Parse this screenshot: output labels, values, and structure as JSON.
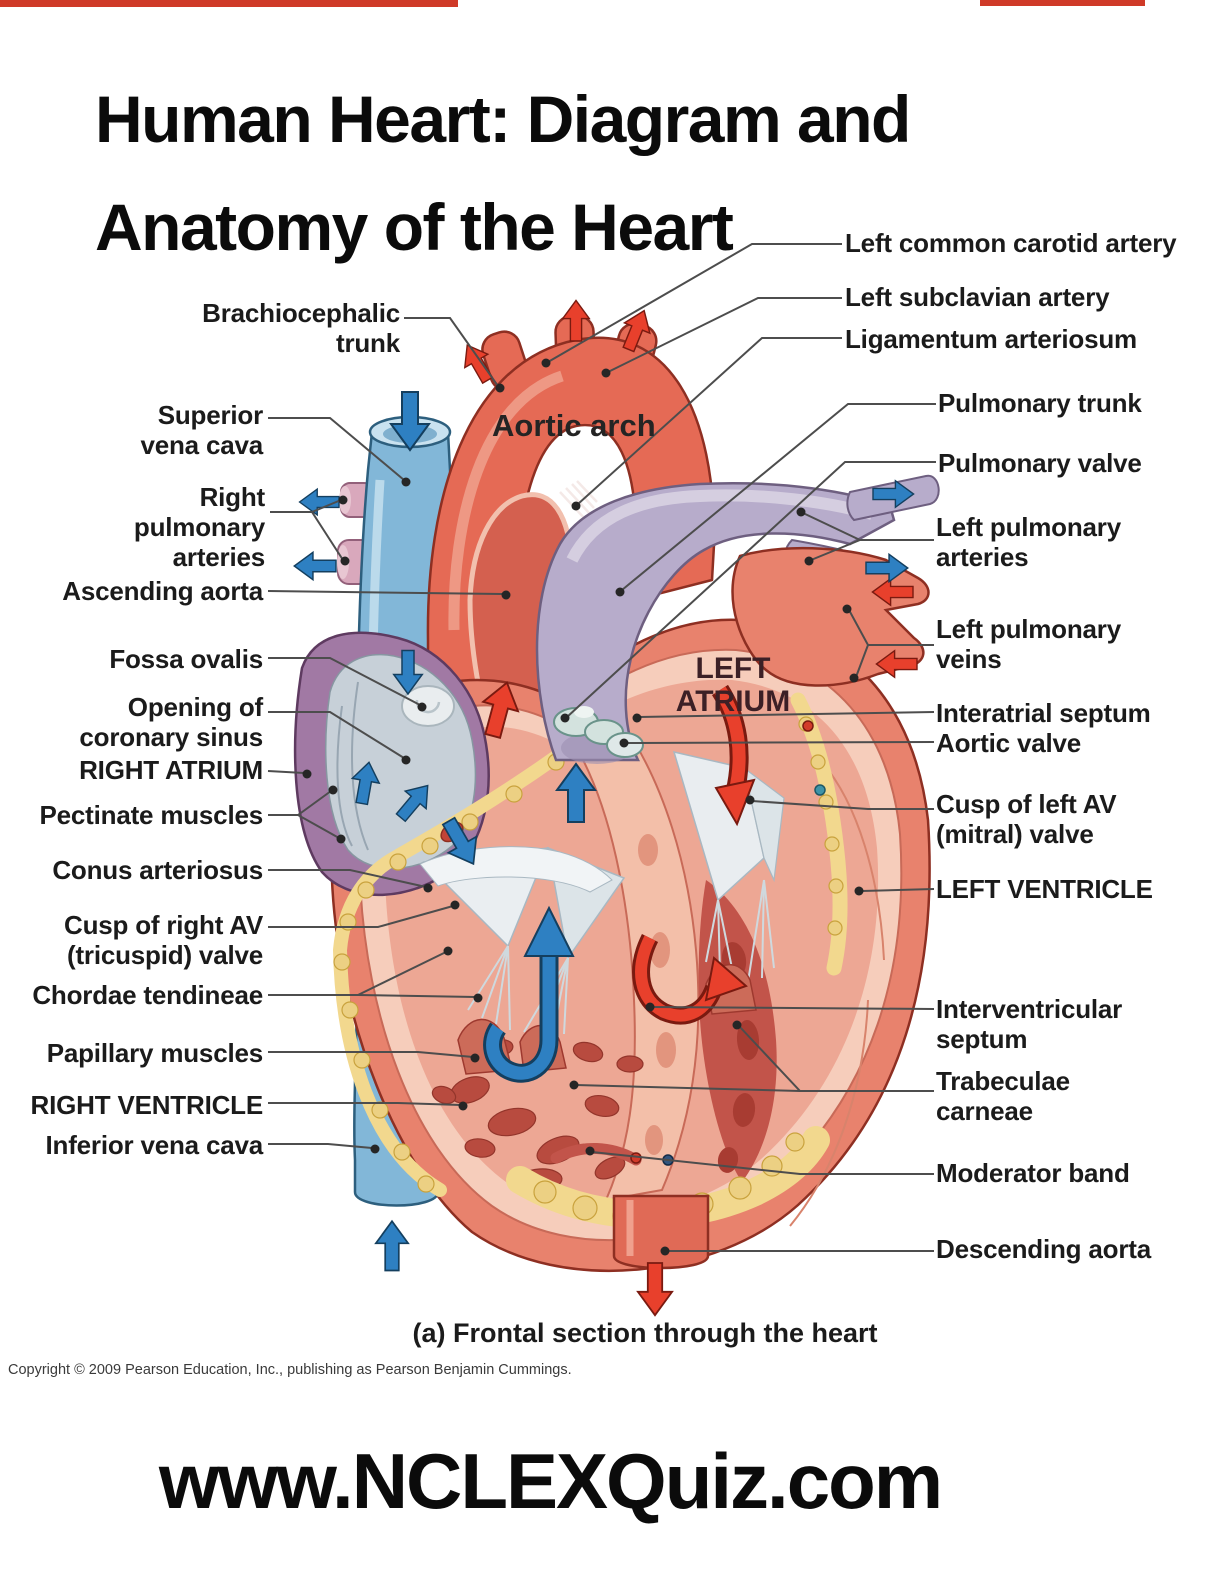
{
  "page": {
    "title": "Human Heart: Diagram and\nAnatomy of the Heart",
    "caption": "(a) Frontal section through the heart",
    "copyright": "Copyright © 2009 Pearson Education, Inc., publishing as Pearson Benjamin Cummings.",
    "website": "www.NCLEXQuiz.com"
  },
  "diagram": {
    "figure_labels": {
      "aortic_arch": "Aortic arch",
      "left_atrium": "LEFT\nATRIUM"
    },
    "left_labels": [
      {
        "text": "Brachiocephalic\ntrunk"
      },
      {
        "text": "Superior\nvena cava"
      },
      {
        "text": "Right\npulmonary\narteries"
      },
      {
        "text": "Ascending aorta"
      },
      {
        "text": "Fossa ovalis"
      },
      {
        "text": "Opening of\ncoronary sinus"
      },
      {
        "text": "RIGHT ATRIUM"
      },
      {
        "text": "Pectinate muscles"
      },
      {
        "text": "Conus arteriosus"
      },
      {
        "text": "Cusp of right AV\n(tricuspid) valve"
      },
      {
        "text": "Chordae tendineae"
      },
      {
        "text": "Papillary muscles"
      },
      {
        "text": "RIGHT VENTRICLE"
      },
      {
        "text": "Inferior vena cava"
      }
    ],
    "right_labels": [
      {
        "text": "Left common carotid artery"
      },
      {
        "text": "Left subclavian artery"
      },
      {
        "text": "Ligamentum arteriosum"
      },
      {
        "text": "Pulmonary trunk"
      },
      {
        "text": "Pulmonary valve"
      },
      {
        "text": "Left pulmonary\narteries"
      },
      {
        "text": "Left pulmonary\nveins"
      },
      {
        "text": "Interatrial septum"
      },
      {
        "text": "Aortic valve"
      },
      {
        "text": "Cusp of left AV\n(mitral) valve"
      },
      {
        "text": "LEFT VENTRICLE"
      },
      {
        "text": "Interventricular\nseptum"
      },
      {
        "text": "Trabeculae\ncarneae"
      },
      {
        "text": "Moderator band"
      },
      {
        "text": "Descending aorta"
      }
    ],
    "colors": {
      "artery_red": "#e56a55",
      "arrow_red": "#e8402c",
      "vein_blue": "#82b7d8",
      "arrow_blue": "#2e80c2",
      "pulmonary_trunk_lavender": "#b7accb",
      "right_atrium_purple": "#a179a4",
      "fat_yellow": "#f2d88e",
      "myocardium_pink": "#eda794",
      "label_text": "#1b1b1b"
    }
  }
}
